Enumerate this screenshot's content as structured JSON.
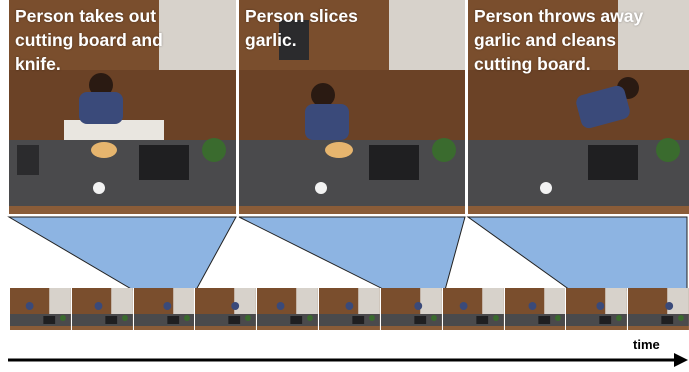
{
  "panels": [
    {
      "caption": "Person takes out\ncutting board and\nknife."
    },
    {
      "caption": "Person slices\ngarlic."
    },
    {
      "caption": "Person throws away\ngarlic and cleans\ncutting board."
    }
  ],
  "timeline": {
    "label": "time",
    "frame_count": 11
  },
  "colors": {
    "funnel": "#8db4e2",
    "wood": "#7a4e2d",
    "counter": "#4a4a4c",
    "cabinet": "#d7d2cb"
  }
}
